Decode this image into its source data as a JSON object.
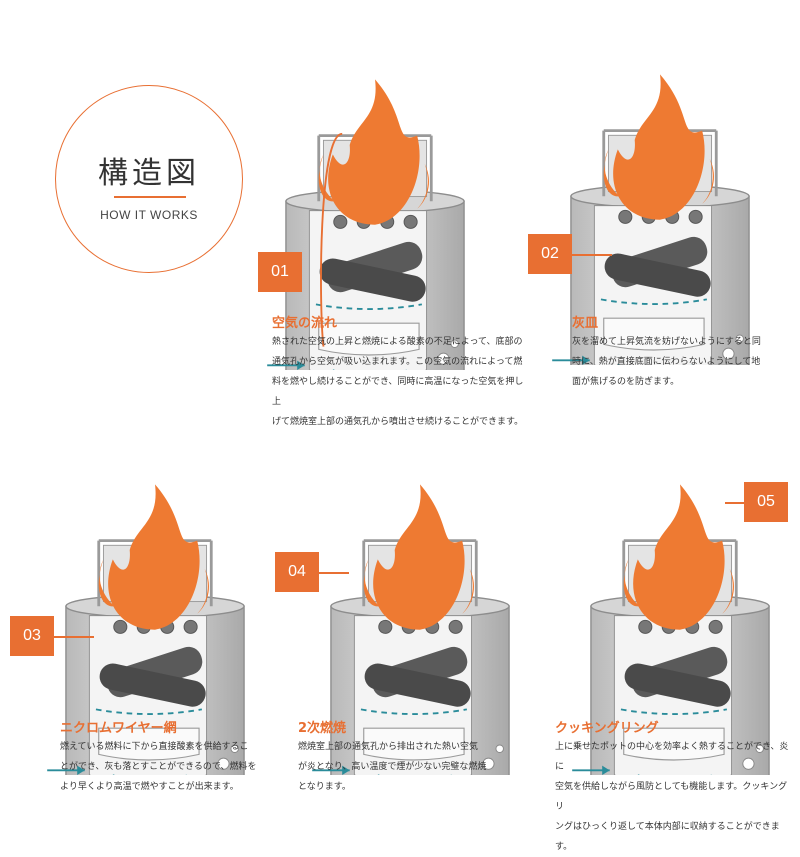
{
  "hero": {
    "title": "構造図",
    "subtitle": "HOW IT WORKS"
  },
  "colors": {
    "accent": "#e86f32",
    "steel": "#c9c9c9",
    "flame": "#ee7a32",
    "teal": "#2a8c9a",
    "wood": "#5a5a5a"
  },
  "sections": [
    {
      "number": "01",
      "title": "空気の流れ",
      "lines": [
        "熱された空気の上昇と燃焼による酸素の不足によって、底部の",
        "通気孔から空気が吸い込まれます。この空気の流れによって燃",
        "料を燃やし続けることができ、同時に高温になった空気を押し上",
        "げて燃焼室上部の通気孔から噴出させ続けることができます。"
      ]
    },
    {
      "number": "02",
      "title": "灰皿",
      "lines": [
        "灰を溜めて上昇気流を妨げないようにすると同",
        "時に、熱が直接底面に伝わらないようにして地",
        "面が焦げるのを防ぎます。"
      ]
    },
    {
      "number": "03",
      "title": "ニクロムワイヤー網",
      "lines": [
        "燃えている燃料に下から直接酸素を供給するこ",
        "とができ、灰も落とすことができるので、燃料を",
        "より早くより高温で燃やすことが出来ます。"
      ]
    },
    {
      "number": "04",
      "title": "2次燃焼",
      "lines": [
        "燃焼室上部の通気孔から排出された熱い空気",
        "が炎となり、高い温度で煙が少ない完璧な燃焼",
        "となります。"
      ]
    },
    {
      "number": "05",
      "title": "クッキングリング",
      "lines": [
        "上に乗せたポットの中心を効率よく熱することができ、炎に",
        "空気を供給しながら風防としても機能します。クッキングリ",
        "ングはひっくり返して本体内部に収納することができます。"
      ]
    }
  ]
}
